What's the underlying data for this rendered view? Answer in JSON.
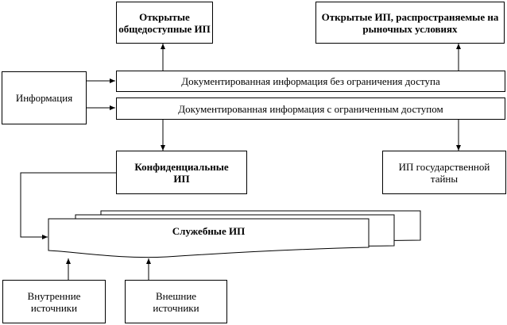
{
  "nodes": {
    "open_public": "Открытые общедоступные ИП",
    "open_market": "Открытые ИП, распространяемые на рыночных условиях",
    "information": "Информация",
    "doc_unrestricted": "Документированная информация без ограничения доступа",
    "doc_restricted": "Документированная информация с ограниченным доступом",
    "confidential": "Конфиденциальные ИП",
    "state_secret": "ИП государственной тайны",
    "service": "Служебные ИП",
    "internal_sources": "Внутренние источники",
    "external_sources": "Внешние источники"
  }
}
